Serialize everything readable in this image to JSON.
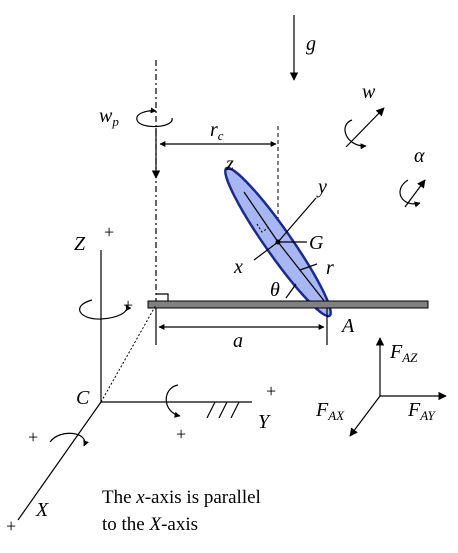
{
  "labels": {
    "g": "g",
    "w_p": "w",
    "w_p_sub": "p",
    "r_c": "r",
    "r_c_sub": "c",
    "w": "w",
    "alpha": "α",
    "z": "z",
    "y": "y",
    "x": "x",
    "G": "G",
    "r": "r",
    "theta": "θ",
    "Z": "Z",
    "A": "A",
    "a": "a",
    "C": "C",
    "Y": "Y",
    "X": "X",
    "F_AZ": "F",
    "F_AZ_sub": "AZ",
    "F_AX": "F",
    "F_AX_sub": "AX",
    "F_AY": "F",
    "F_AY_sub": "AY",
    "plus": "+"
  },
  "note": {
    "line1_pre": "The ",
    "line1_var": "x",
    "line1_post": "-axis is parallel",
    "line2_pre": "to the ",
    "line2_var": "X",
    "line2_post": "-axis"
  },
  "colors": {
    "disk_fill": "#a8b6f3",
    "disk_stroke": "#1a2b8c",
    "surface": "#808080"
  }
}
